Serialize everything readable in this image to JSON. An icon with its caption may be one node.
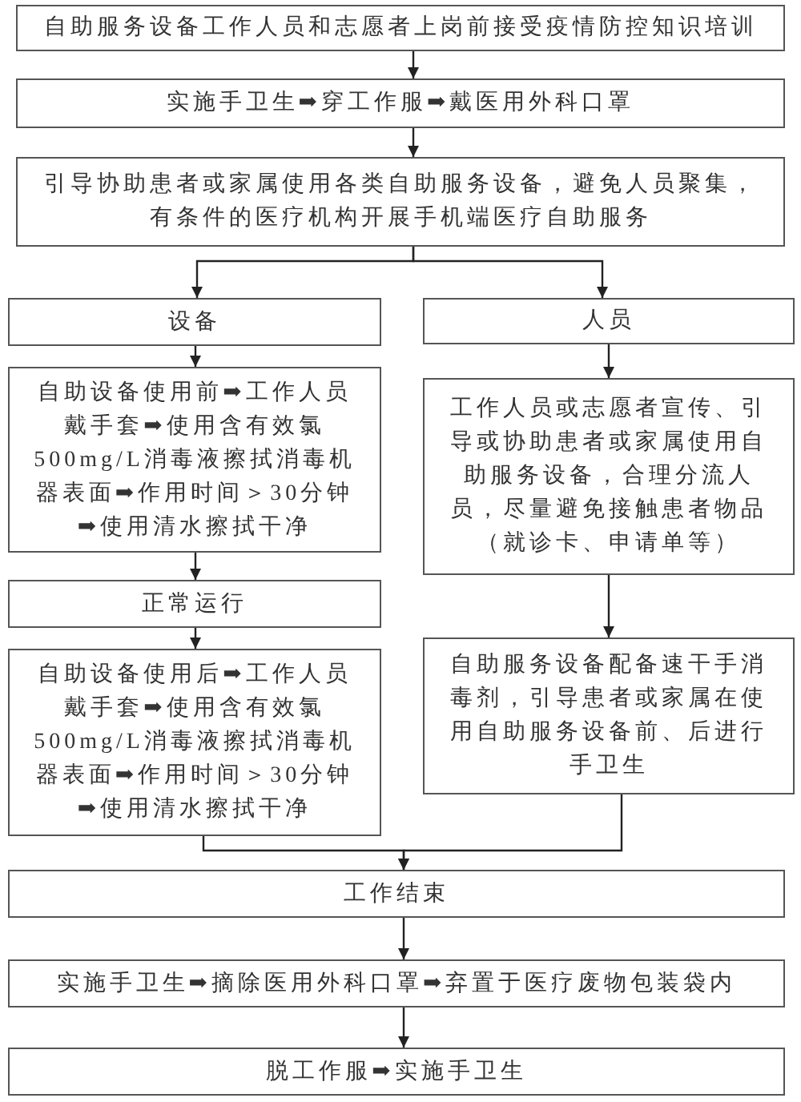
{
  "diagram": {
    "nodes": [
      {
        "text": [
          "自助服务设备工作人员和志愿者上岗前接受疫情防控知识培训"
        ]
      },
      {
        "text": [
          "实施手卫生➡穿工作服➡戴医用外科口罩"
        ]
      },
      {
        "text": [
          "引导协助患者或家属使用各类自助服务设备，避免人员聚集，有条件的医疗机构开展手机端医疗自助服务"
        ]
      },
      {
        "text": [
          "设备"
        ]
      },
      {
        "text": [
          "人员"
        ]
      },
      {
        "text": [
          "自助设备使用前➡工作人员戴手套➡使用含有效氯500mg/L消毒液擦拭消毒机器表面➡作用时间＞30分钟➡使用清水擦拭干净"
        ]
      },
      {
        "text": [
          "正常运行"
        ]
      },
      {
        "text": [
          "自助设备使用后➡工作人员戴手套➡使用含有效氯500mg/L消毒液擦拭消毒机器表面➡作用时间＞30分钟➡使用清水擦拭干净"
        ]
      },
      {
        "text": [
          "工作人员或志愿者宣传、引导或协助患者或家属使用自助服务设备，合理分流人员，尽量避免接触患者物品（就诊卡、申请单等）"
        ]
      },
      {
        "text": [
          "自助服务设备配备速干手消毒剂，引导患者或家属在使用自助服务设备前、后进行手卫生"
        ]
      },
      {
        "text": [
          "工作结束"
        ]
      },
      {
        "text": [
          "实施手卫生➡摘除医用外科口罩➡弃置于医疗废物包装袋内"
        ]
      },
      {
        "text": [
          "脱工作服➡实施手卫生"
        ]
      }
    ],
    "edges": [
      {
        "from": 0,
        "to": 1,
        "arrow": "to"
      },
      {
        "from": 1,
        "to": 2,
        "arrow": "to"
      },
      {
        "from": 2,
        "to": 3,
        "arrow": "to"
      },
      {
        "from": 2,
        "to": 4,
        "arrow": "to"
      },
      {
        "from": 3,
        "to": 5,
        "arrow": "to"
      },
      {
        "from": 5,
        "to": 6,
        "arrow": "to"
      },
      {
        "from": 6,
        "to": 7,
        "arrow": "to"
      },
      {
        "from": 4,
        "to": 8,
        "arrow": "to"
      },
      {
        "from": 8,
        "to": 9,
        "arrow": "to"
      },
      {
        "from": 7,
        "to": 10,
        "arrow": "to"
      },
      {
        "from": 9,
        "to": 10,
        "arrow": "to"
      },
      {
        "from": 10,
        "to": 11,
        "arrow": "to"
      },
      {
        "from": 11,
        "to": 12,
        "arrow": "to"
      }
    ]
  }
}
